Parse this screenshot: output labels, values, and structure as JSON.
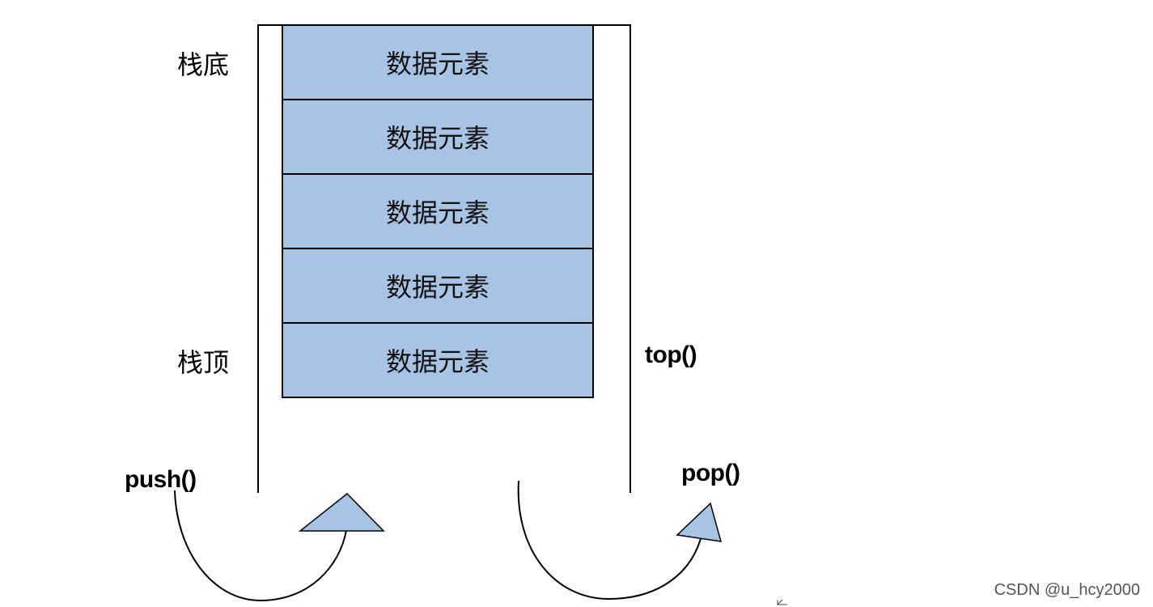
{
  "labels": {
    "bottom": "栈底",
    "top": "栈顶",
    "top_op": "top()",
    "push_op": "push()",
    "pop_op": "pop()"
  },
  "elements": [
    "数据元素",
    "数据元素",
    "数据元素",
    "数据元素",
    "数据元素"
  ],
  "colors": {
    "cell_fill": "#a7c4e4",
    "outline": "#000000"
  },
  "watermark": "CSDN @u_hcy2000",
  "icons": [
    "push-arrow-icon",
    "pop-arrow-icon"
  ]
}
